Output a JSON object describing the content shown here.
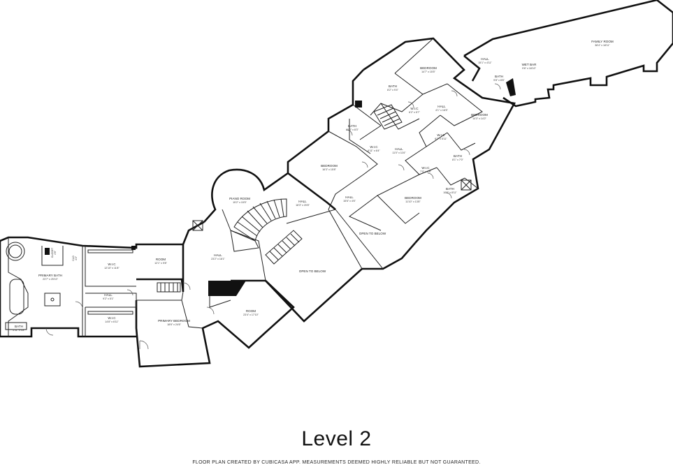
{
  "level_title": "Level 2",
  "footer_note": "FLOOR PLAN CREATED BY CUBICASA APP. MEASUREMENTS DEEMED HIGHLY RELIABLE BUT NOT GUARANTEED.",
  "rooms": {
    "family_room": {
      "name": "FAMILY ROOM",
      "dims": "38'4\" x 18'11\""
    },
    "hall_ne": {
      "name": "HALL",
      "dims": "15'1\" x 4'11\""
    },
    "wet_bar": {
      "name": "WET BAR",
      "dims": "9'6\" x 18'10\""
    },
    "bath_ne": {
      "name": "BATH",
      "dims": "9'8\" x 8'6\""
    },
    "bedroom_top": {
      "name": "BEDROOM",
      "dims": "14'7\" x 15'5\""
    },
    "bath_top": {
      "name": "BATH",
      "dims": "8'2\" x 9'4\""
    },
    "wic_top": {
      "name": "W.I.C",
      "dims": "6'2\" x 5'7\""
    },
    "hall_mid": {
      "name": "HALL",
      "dims": "4'1\" x 16'5\""
    },
    "bedroom_right": {
      "name": "BEDROOM",
      "dims": "14'3\" x 14'2\""
    },
    "bath_mid": {
      "name": "BATH",
      "dims": "8'10\" x 8'3\""
    },
    "wic_mid": {
      "name": "W.I.C",
      "dims": "6'11\" x 6'4\""
    },
    "hall_center": {
      "name": "HALL",
      "dims": "11'0\" x 11'6\""
    },
    "wic_right": {
      "name": "W.I.C",
      "dims": "6'7\" x 5'11\""
    },
    "bath_right": {
      "name": "BATH",
      "dims": "8'1\" x 7'0\""
    },
    "bedroom_mid": {
      "name": "BEDROOM",
      "dims": "16'3\" x 15'8\""
    },
    "wic_lower": {
      "name": "W.I.C",
      "dims": "7'0\" x 6'8\""
    },
    "bath_lower": {
      "name": "BATH",
      "dims": "10'2\" x 8'11\""
    },
    "bedroom_lower": {
      "name": "BEDROOM",
      "dims": "11'10\" x 13'8\""
    },
    "hall_left_mid": {
      "name": "HALL",
      "dims": "18'3\" x 20'8\""
    },
    "hall_small": {
      "name": "HALL",
      "dims": "15'6\" x 4'6\""
    },
    "piano_room": {
      "name": "PIANO ROOM",
      "dims": "15'2\" x 15'5\""
    },
    "open_below_upper": {
      "name": "OPEN TO BELOW",
      "dims": ""
    },
    "open_below_lower": {
      "name": "OPEN TO BELOW",
      "dims": ""
    },
    "hall_west": {
      "name": "HALL",
      "dims": "23'2\" x 16'1\""
    },
    "room_south": {
      "name": "ROOM",
      "dims": "23'4\" x 17'10\""
    },
    "room_west": {
      "name": "ROOM",
      "dims": "12'1\" x 9'8\""
    },
    "wic_west": {
      "name": "W.I.C",
      "dims": "12'10\" x 11'8\""
    },
    "hall_wic": {
      "name": "HALL",
      "dims": "9'2\" x 5'1\""
    },
    "wic_west_lower": {
      "name": "W.I.C",
      "dims": "14'8\" x 6'11\""
    },
    "primary_bedroom": {
      "name": "PRIMARY BEDROOM",
      "dims": "18'6\" x 24'6\""
    },
    "primary_bath": {
      "name": "PRIMARY BATH",
      "dims": "23'7\" x 25'10\""
    },
    "bath_sw": {
      "name": "BATH",
      "dims": "5'11\" x 3'8\""
    },
    "closet_a": {
      "name": "CLOSET",
      "dims": "4'6\""
    },
    "closet_b": {
      "name": "CLO",
      "dims": "4'2\""
    }
  }
}
